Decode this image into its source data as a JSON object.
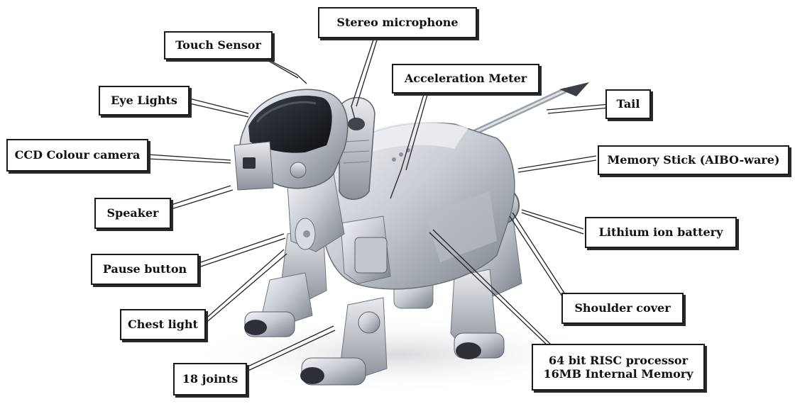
{
  "labels": {
    "touch_sensor": "Touch Sensor",
    "stereo_microphone": "Stereo microphone",
    "acceleration_meter": "Acceleration Meter",
    "tail": "Tail",
    "eye_lights": "Eye Lights",
    "ccd_colour_camera": "CCD Colour camera",
    "memory_stick": "Memory Stick (AIBO-ware)",
    "speaker": "Speaker",
    "lithium_ion_battery": "Lithium ion battery",
    "pause_button": "Pause button",
    "shoulder_cover": "Shoulder cover",
    "chest_light": "Chest light",
    "joints": "18 joints",
    "processor_line1": "64 bit RISC processor",
    "processor_line2": "16MB Internal Memory"
  },
  "colors": {
    "robot_body": "#c9ccd2",
    "robot_shadow": "#7e838c",
    "visor": "#1c1f24",
    "label_border": "#1b1b1b",
    "leader_line": "#222222"
  }
}
